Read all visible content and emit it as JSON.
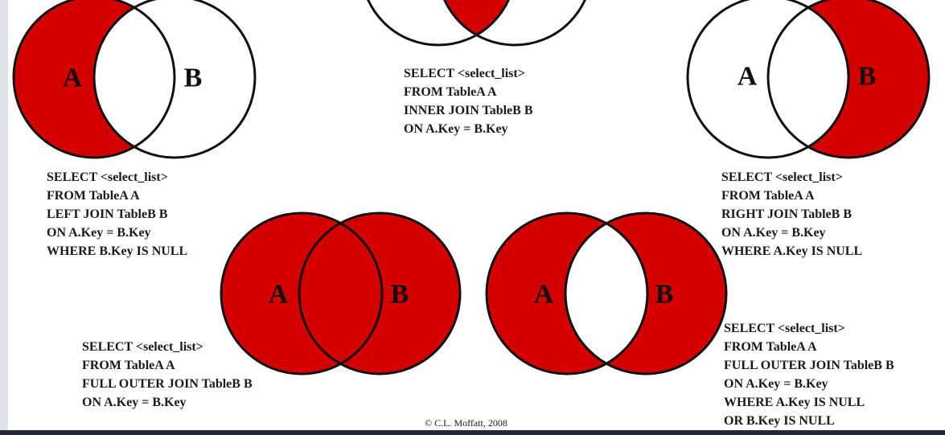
{
  "colors": {
    "fill": "#d40000",
    "stroke": "#111111",
    "background": "#ffffff"
  },
  "diagrams": [
    {
      "id": "left-join-excluding",
      "set_a_label": "A",
      "set_b_label": "B",
      "shaded": "A only",
      "sql": [
        "SELECT <select_list>",
        "FROM TableA A",
        "LEFT JOIN TableB B",
        "ON A.Key = B.Key",
        "WHERE B.Key IS NULL"
      ]
    },
    {
      "id": "inner-join",
      "set_a_label": "",
      "set_b_label": "",
      "shaded": "intersection",
      "sql": [
        "SELECT <select_list>",
        "FROM TableA A",
        "INNER JOIN TableB B",
        "ON A.Key = B.Key"
      ]
    },
    {
      "id": "right-join-excluding",
      "set_a_label": "A",
      "set_b_label": "B",
      "shaded": "B only",
      "sql": [
        "SELECT <select_list>",
        "FROM TableA A",
        "RIGHT JOIN TableB B",
        "ON A.Key = B.Key",
        "WHERE A.Key IS NULL"
      ]
    },
    {
      "id": "full-outer-join",
      "set_a_label": "A",
      "set_b_label": "B",
      "shaded": "all",
      "sql": [
        "SELECT <select_list>",
        "FROM TableA A",
        "FULL OUTER JOIN TableB B",
        "ON A.Key = B.Key"
      ]
    },
    {
      "id": "full-outer-join-excluding",
      "set_a_label": "A",
      "set_b_label": "B",
      "shaded": "symmetric difference",
      "sql": [
        "SELECT <select_list>",
        "FROM TableA A",
        "FULL OUTER JOIN TableB B",
        "ON A.Key = B.Key",
        "WHERE A.Key IS NULL",
        "OR B.Key IS NULL"
      ]
    }
  ],
  "copyright": "© C.L. Moffatt, 2008"
}
